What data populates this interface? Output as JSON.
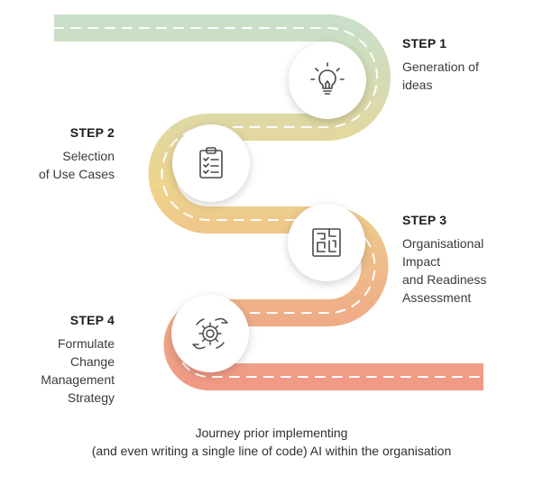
{
  "steps": [
    {
      "title": "STEP 1",
      "lines": [
        "Generation of",
        "ideas"
      ],
      "icon": "lightbulb-icon"
    },
    {
      "title": "STEP 2",
      "lines": [
        "Selection",
        "of Use Cases"
      ],
      "icon": "clipboard-checklist-icon"
    },
    {
      "title": "STEP 3",
      "lines": [
        "Organisational",
        "Impact",
        "and Readiness",
        "Assessment"
      ],
      "icon": "maze-icon"
    },
    {
      "title": "STEP 4",
      "lines": [
        "Formulate",
        "Change",
        "Management",
        "Strategy"
      ],
      "icon": "hands-gear-icon"
    }
  ],
  "caption": {
    "line1": "Journey prior implementing",
    "line2": "(and even writing a single line of code) AI within the organisation"
  },
  "colors": {
    "road_start": "#c9dfc8",
    "road_mid": "#eed48c",
    "road_end": "#f09a86",
    "dash": "#ffffff",
    "icon_stroke": "#4a4a4a"
  }
}
